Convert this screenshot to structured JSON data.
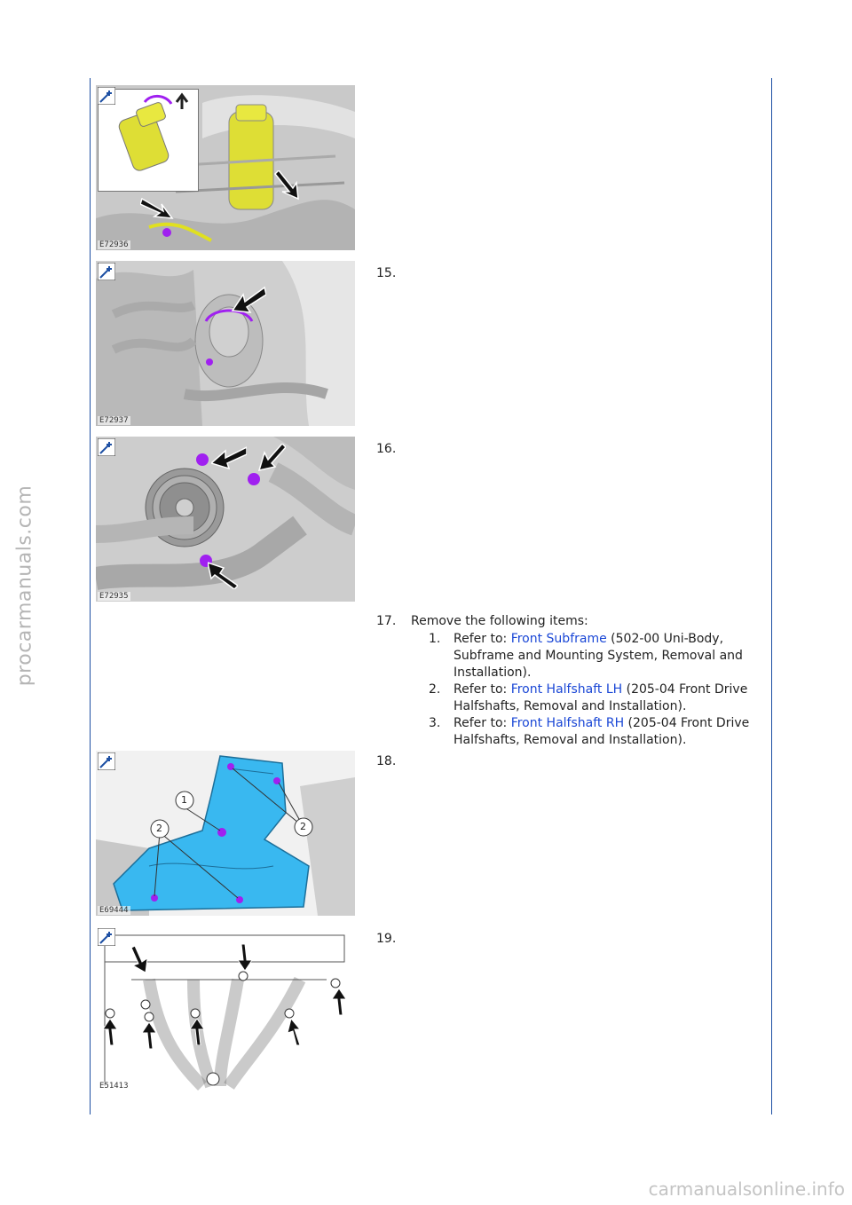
{
  "watermark_side": "procarmanuals.com",
  "watermark_bottom": "carmanualsonline.info",
  "figures": [
    {
      "code": "E72936",
      "zoom_icon": "zoom-in-icon"
    },
    {
      "code": "E72937",
      "zoom_icon": "zoom-in-icon"
    },
    {
      "code": "E72935",
      "zoom_icon": "zoom-in-icon"
    },
    {
      "code": "E69444",
      "zoom_icon": "zoom-in-icon",
      "callouts": [
        "1",
        "2",
        "2"
      ]
    },
    {
      "code": "E51413",
      "zoom_icon": "zoom-in-icon"
    }
  ],
  "steps": {
    "s15": "15.",
    "s16": "16.",
    "s17": "17.",
    "s17_text": "Remove the following items:",
    "s18": "18.",
    "s19": "19."
  },
  "subitems": [
    {
      "num": "1.",
      "prefix": "Refer to: ",
      "link": "Front Subframe",
      "suffix": " (502-00 Uni-Body, Subframe and Mounting System, Removal and Installation)."
    },
    {
      "num": "2.",
      "prefix": "Refer to: ",
      "link": "Front Halfshaft LH",
      "suffix": " (205-04 Front Drive Halfshafts, Removal and Installation)."
    },
    {
      "num": "3.",
      "prefix": "Refer to: ",
      "link": "Front Halfshaft RH",
      "suffix": " (205-04 Front Drive Halfshafts, Removal and Installation)."
    }
  ],
  "colors": {
    "rule": "#1d4fa3",
    "link": "#1a47d6",
    "highlight": "#a020f0",
    "cat_blue": "#39b8f0"
  }
}
